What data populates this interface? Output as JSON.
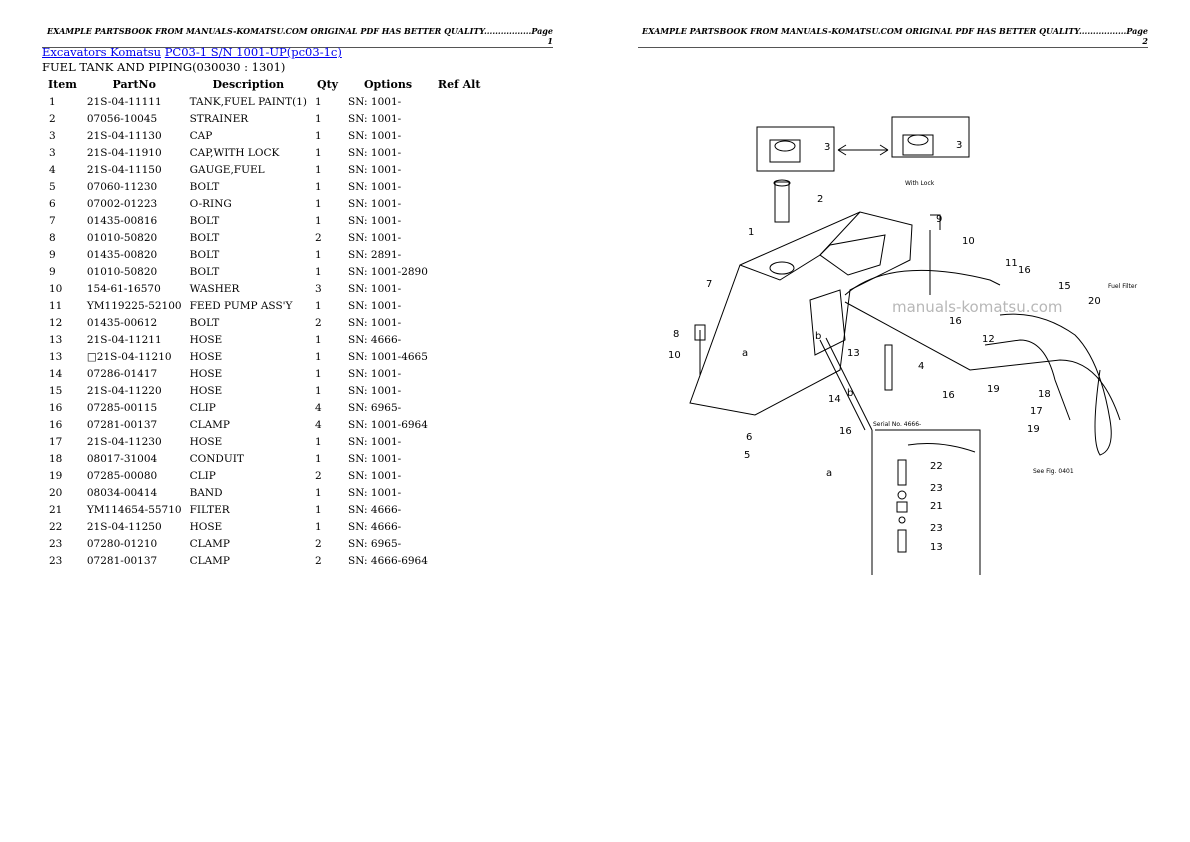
{
  "header": {
    "page1": "EXAMPLE PARTSBOOK FROM MANUALS-KOMATSU.COM ORIGINAL PDF HAS BETTER QUALITY.................Page 1",
    "page2": "EXAMPLE PARTSBOOK FROM MANUALS-KOMATSU.COM ORIGINAL PDF HAS BETTER QUALITY.................Page 2"
  },
  "breadcrumb": {
    "link1": "Excavators Komatsu",
    "link2": "PC03-1 S/N 1001-UP(pc03-1c)"
  },
  "section_title": "FUEL TANK AND PIPING(030030 : 1301)",
  "table": {
    "headers": [
      "Item",
      "PartNo",
      "Description",
      "Qty",
      "Options",
      "Ref Alt"
    ],
    "rows": [
      [
        "1",
        "21S-04-11111",
        "TANK,FUEL PAINT(1)",
        "1",
        "SN: 1001-"
      ],
      [
        "2",
        "07056-10045",
        "STRAINER",
        "1",
        "SN: 1001-"
      ],
      [
        "3",
        "21S-04-11130",
        "CAP",
        "1",
        "SN: 1001-"
      ],
      [
        "3",
        "21S-04-11910",
        "CAP,WITH LOCK",
        "1",
        "SN: 1001-"
      ],
      [
        "4",
        "21S-04-11150",
        "GAUGE,FUEL",
        "1",
        "SN: 1001-"
      ],
      [
        "5",
        "07060-11230",
        "BOLT",
        "1",
        "SN: 1001-"
      ],
      [
        "6",
        "07002-01223",
        "O-RING",
        "1",
        "SN: 1001-"
      ],
      [
        "7",
        "01435-00816",
        "BOLT",
        "1",
        "SN: 1001-"
      ],
      [
        "8",
        "01010-50820",
        "BOLT",
        "2",
        "SN: 1001-"
      ],
      [
        "9",
        "01435-00820",
        "BOLT",
        "1",
        "SN: 2891-"
      ],
      [
        "9",
        "01010-50820",
        "BOLT",
        "1",
        "SN: 1001-2890"
      ],
      [
        "10",
        "154-61-16570",
        "WASHER",
        "3",
        "SN: 1001-"
      ],
      [
        "11",
        "YM119225-52100",
        "FEED PUMP ASS'Y",
        "1",
        "SN: 1001-"
      ],
      [
        "12",
        "01435-00612",
        "BOLT",
        "2",
        "SN: 1001-"
      ],
      [
        "13",
        "21S-04-11211",
        "HOSE",
        "1",
        "SN: 4666-"
      ],
      [
        "13",
        "□21S-04-11210",
        "HOSE",
        "1",
        "SN: 1001-4665"
      ],
      [
        "14",
        "07286-01417",
        "HOSE",
        "1",
        "SN: 1001-"
      ],
      [
        "15",
        "21S-04-11220",
        "HOSE",
        "1",
        "SN: 1001-"
      ],
      [
        "16",
        "07285-00115",
        "CLIP",
        "4",
        "SN: 6965-"
      ],
      [
        "16",
        "07281-00137",
        "CLAMP",
        "4",
        "SN: 1001-6964"
      ],
      [
        "17",
        "21S-04-11230",
        "HOSE",
        "1",
        "SN: 1001-"
      ],
      [
        "18",
        "08017-31004",
        "CONDUIT",
        "1",
        "SN: 1001-"
      ],
      [
        "19",
        "07285-00080",
        "CLIP",
        "2",
        "SN: 1001-"
      ],
      [
        "20",
        "08034-00414",
        "BAND",
        "1",
        "SN: 1001-"
      ],
      [
        "21",
        "YM114654-55710",
        "FILTER",
        "1",
        "SN: 4666-"
      ],
      [
        "22",
        "21S-04-11250",
        "HOSE",
        "1",
        "SN: 4666-"
      ],
      [
        "23",
        "07280-01210",
        "CLAMP",
        "2",
        "SN: 6965-"
      ],
      [
        "23",
        "07281-00137",
        "CLAMP",
        "2",
        "SN: 4666-6964"
      ]
    ]
  },
  "diagram": {
    "callouts": [
      "3",
      "3",
      "2",
      "1",
      "7",
      "9",
      "10",
      "11",
      "16",
      "15",
      "20",
      "16",
      "12",
      "8",
      "10",
      "13",
      "4",
      "19",
      "18",
      "17",
      "19",
      "16",
      "14",
      "16",
      "6",
      "5",
      "a",
      "b",
      "b",
      "a",
      "22",
      "23",
      "21",
      "23",
      "13"
    ],
    "with_lock": "With Lock",
    "serial_note": "Serial No. 4666-",
    "fuel_filter": "Fuel Filter",
    "see_fig": "See Fig. 0401",
    "watermark": "manuals-komatsu.com"
  },
  "colors": {
    "link": "#0000ee"
  }
}
